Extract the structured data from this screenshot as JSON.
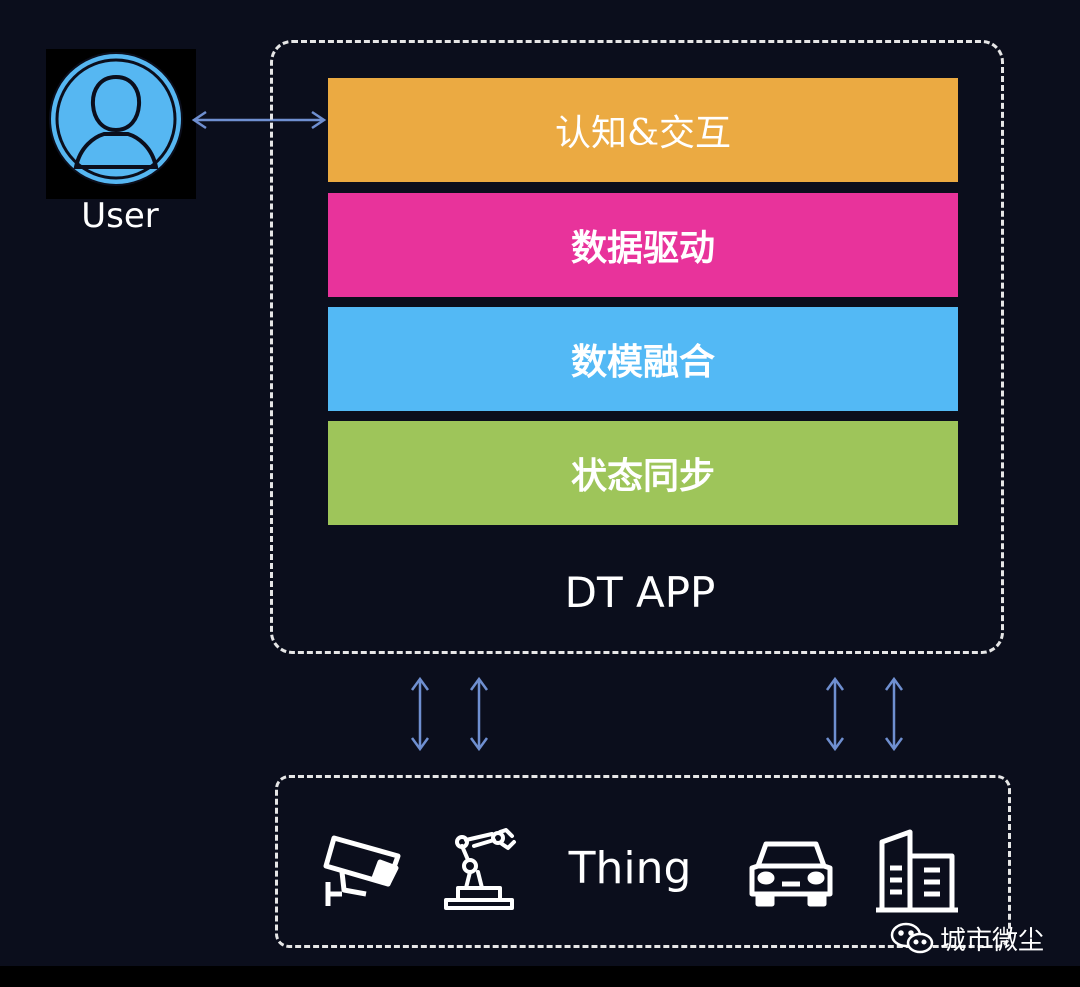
{
  "user": {
    "label": "User"
  },
  "app": {
    "label": "DT APP",
    "layers": [
      {
        "label": "认知&交互",
        "color": "#ebaa42"
      },
      {
        "label": "数据驱动",
        "color": "#e8339b"
      },
      {
        "label": "数模融合",
        "color": "#53b9f5"
      },
      {
        "label": "状态同步",
        "color": "#9ec55a"
      }
    ]
  },
  "thing": {
    "label": "Thing",
    "icons": [
      "camera-icon",
      "robot-arm-icon",
      "car-icon",
      "building-icon"
    ]
  },
  "colors": {
    "arrow": "#6f8fd0",
    "background": "#0b0e1c",
    "frame": "#e6e6e6",
    "user_circle": "#56b7f2"
  },
  "watermark": {
    "text": "城市微尘",
    "icon": "wechat-icon"
  }
}
